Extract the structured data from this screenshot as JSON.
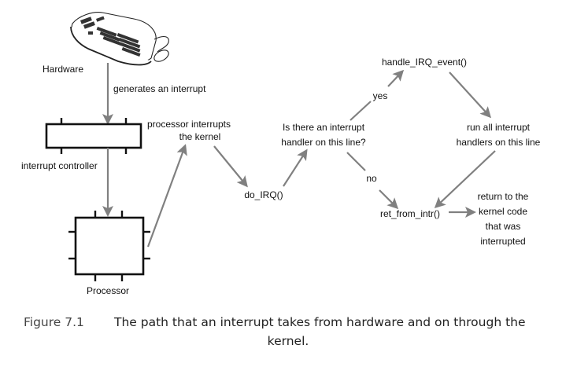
{
  "figure": {
    "labels": {
      "hardware": "Hardware",
      "generates": "generates an interrupt",
      "controller": "interrupt controller",
      "processor": "Processor",
      "proc_int_1": "processor interrupts",
      "proc_int_2": "the kernel",
      "do_irq": "do_IRQ()",
      "is_there_1": "Is there an interrupt",
      "is_there_2": "handler on this line?",
      "yes": "yes",
      "no": "no",
      "handle_irq": "handle_IRQ_event()",
      "run_all_1": "run all interrupt",
      "run_all_2": "handlers on this line",
      "ret_from": "ret_from_intr()",
      "return_1": "return to  the",
      "return_2": "kernel code",
      "return_3": "that was",
      "return_4": "interrupted"
    },
    "caption": {
      "number": "Figure 7.1",
      "text_line1": "The path that an interrupt takes from hardware and on through the",
      "text_line2": "kernel."
    },
    "icons": {
      "hardware": "keyboard-and-mouse-icon"
    },
    "colors": {
      "arrow": "#808080",
      "box_stroke": "#111111",
      "text": "#111111"
    }
  }
}
